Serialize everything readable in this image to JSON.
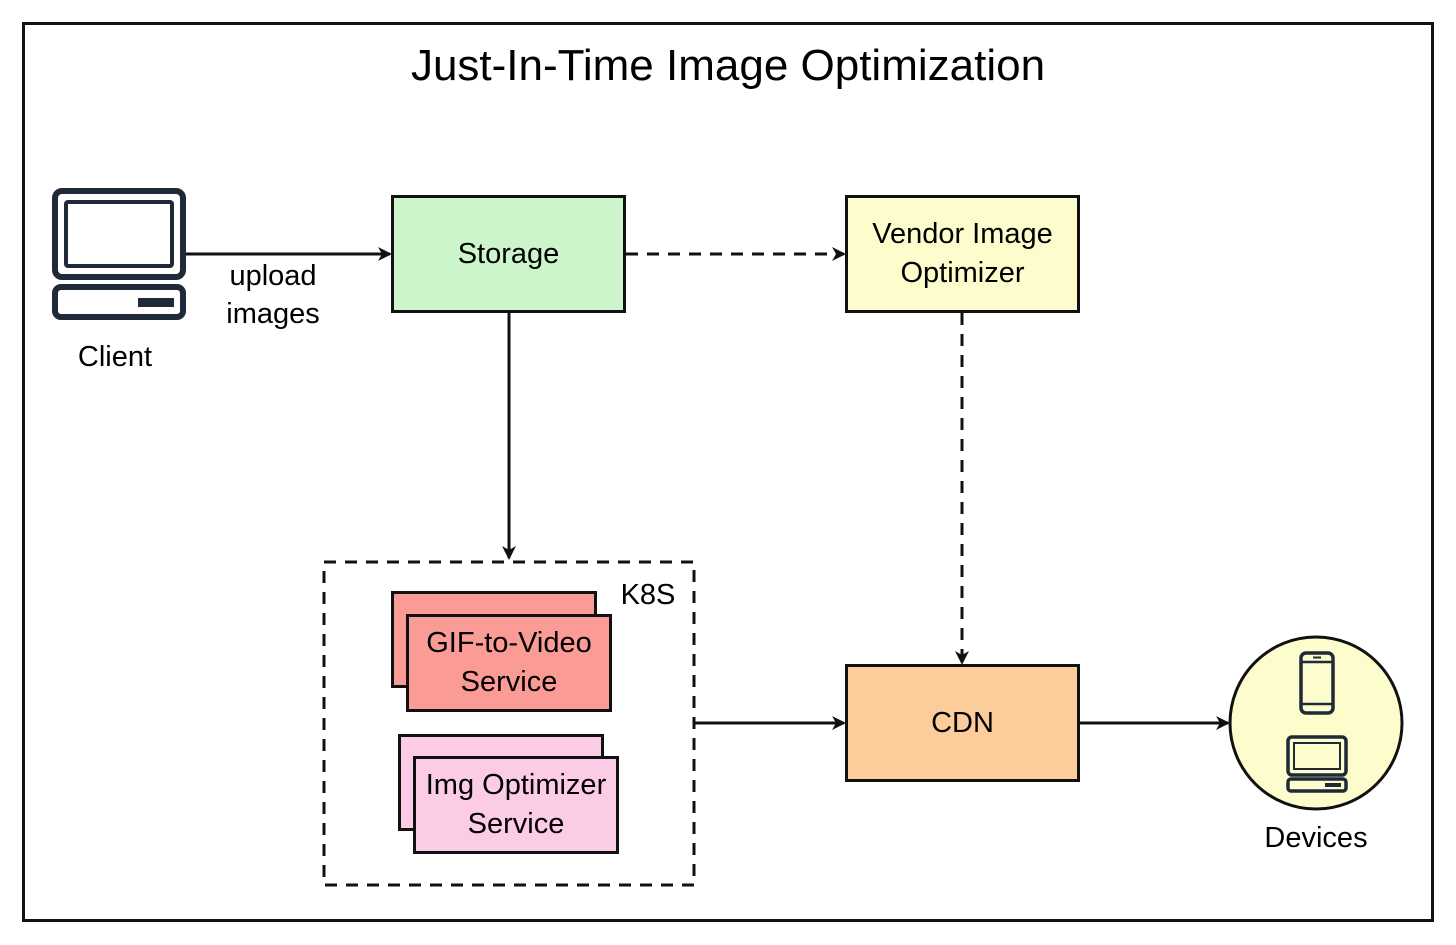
{
  "diagram": {
    "title": "Just-In-Time Image Optimization",
    "nodes": {
      "client": {
        "label": "Client",
        "icon": "desktop-computer-icon"
      },
      "storage": {
        "label": "Storage",
        "color": "#ccf5cc"
      },
      "vendor": {
        "line1": "Vendor Image",
        "line2": "Optimizer",
        "color": "#fdfccc"
      },
      "k8s": {
        "label": "K8S"
      },
      "gif_service": {
        "line1": "GIF-to-Video",
        "line2": "Service",
        "color": "#fa9b96"
      },
      "img_service": {
        "line1": "Img Optimizer",
        "line2": "Service",
        "color": "#fccbe6"
      },
      "cdn": {
        "label": "CDN",
        "color": "#fccc9a"
      },
      "devices": {
        "label": "Devices",
        "color": "#fdfccc",
        "icons": [
          "mobile-phone-icon",
          "laptop-icon"
        ]
      }
    },
    "edges": [
      {
        "from": "Client",
        "to": "Storage",
        "label_line1": "upload",
        "label_line2": "images",
        "style": "solid"
      },
      {
        "from": "Storage",
        "to": "Vendor Image Optimizer",
        "style": "dashed"
      },
      {
        "from": "Storage",
        "to": "K8S",
        "style": "solid"
      },
      {
        "from": "Vendor Image Optimizer",
        "to": "CDN",
        "style": "dashed"
      },
      {
        "from": "K8S",
        "to": "CDN",
        "style": "solid"
      },
      {
        "from": "CDN",
        "to": "Devices",
        "style": "solid"
      }
    ]
  }
}
